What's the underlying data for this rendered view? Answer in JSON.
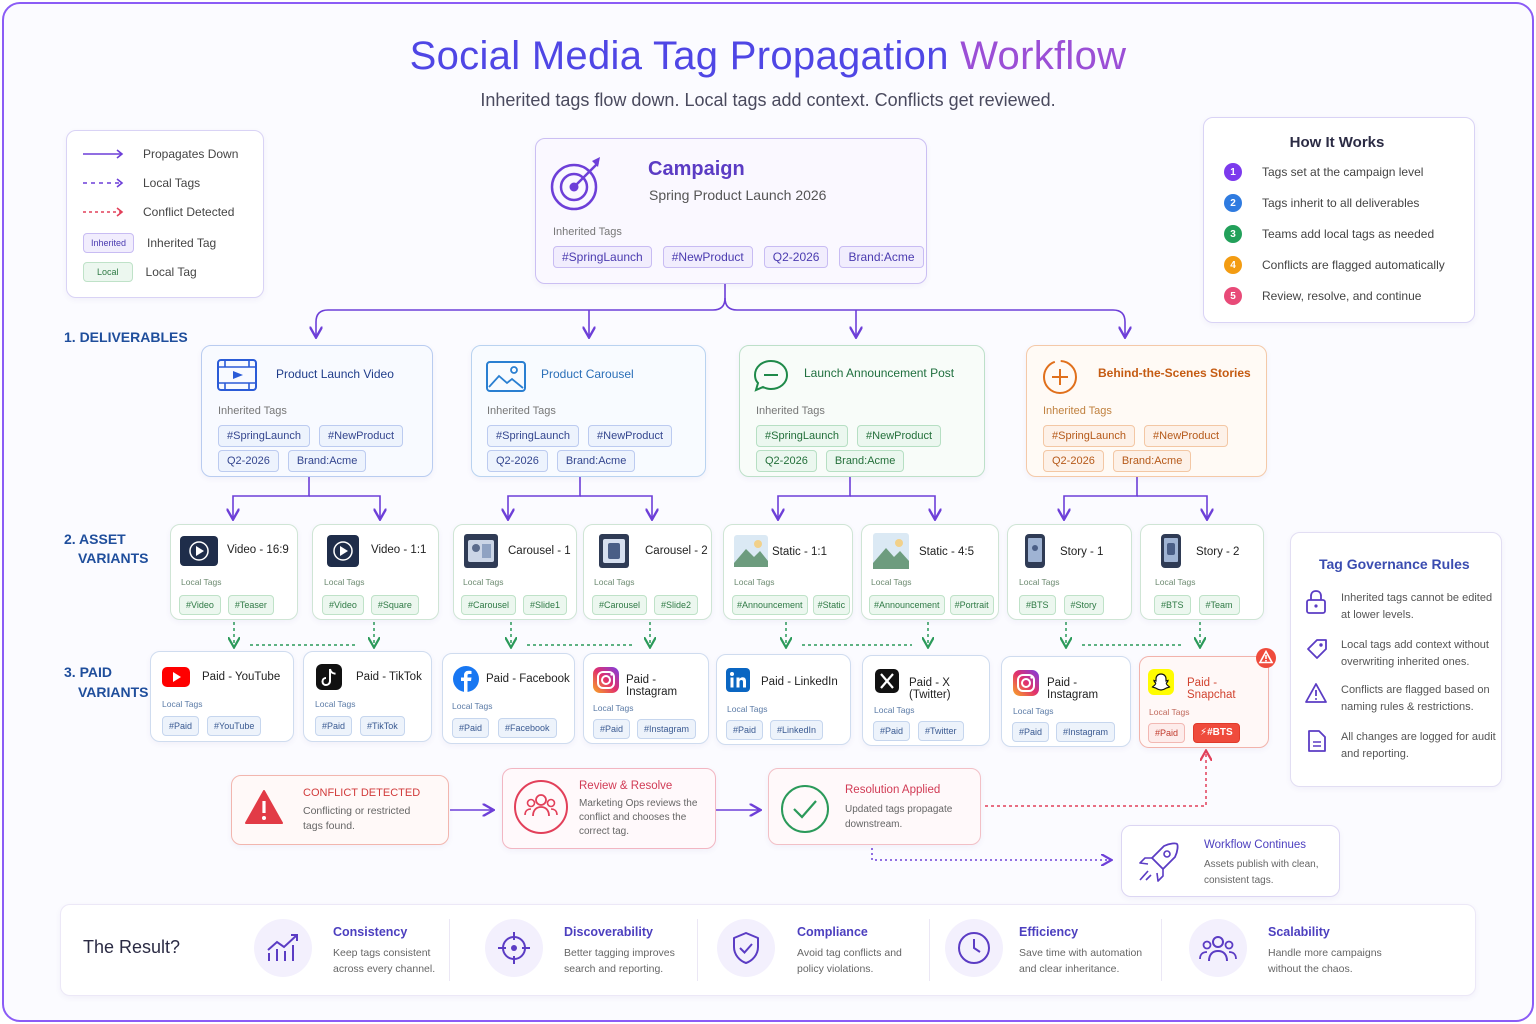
{
  "title_a": "Social Media Tag Propagation",
  "title_b": "Workflow",
  "subtitle": "Inherited tags flow down. Local tags add context. Conflicts get reviewed.",
  "legend": {
    "propagates": "Propagates Down",
    "local_tags": "Local Tags",
    "conflict": "Conflict Detected",
    "inherited_chip": "Inherited",
    "inherited_tag": "Inherited Tag",
    "local_chip": "Local",
    "local_tag": "Local Tag"
  },
  "campaign": {
    "title": "Campaign",
    "name": "Spring Product Launch 2026",
    "inherited_label": "Inherited Tags",
    "tags": [
      "#SpringLaunch",
      "#NewProduct",
      "Q2-2026",
      "Brand:Acme"
    ]
  },
  "how_it_works": {
    "title": "How It Works",
    "steps": [
      {
        "n": "1",
        "text": "Tags set at the campaign level",
        "color": "#7c3aed"
      },
      {
        "n": "2",
        "text": "Tags inherit to all deliverables",
        "color": "#2f7be0"
      },
      {
        "n": "3",
        "text": "Teams add local tags as needed",
        "color": "#22a05a"
      },
      {
        "n": "4",
        "text": "Conflicts are flagged automatically",
        "color": "#f39c12"
      },
      {
        "n": "5",
        "text": "Review, resolve, and continue",
        "color": "#e84a78"
      }
    ]
  },
  "sections": {
    "deliverables": "1.  DELIVERABLES",
    "asset_1": "2.  ASSET",
    "asset_2": "VARIANTS",
    "paid_1": "3.  PAID",
    "paid_2": "VARIANTS"
  },
  "deliverables": [
    {
      "title": "Product Launch Video",
      "label": "Inherited Tags",
      "tags": [
        "#SpringLaunch",
        "#NewProduct",
        "Q2-2026",
        "Brand:Acme"
      ],
      "color": "#2a5bd7",
      "icon": "video-icon"
    },
    {
      "title": "Product Carousel",
      "label": "Inherited Tags",
      "tags": [
        "#SpringLaunch",
        "#NewProduct",
        "Q2-2026",
        "Brand:Acme"
      ],
      "color": "#2a7fd1",
      "icon": "image-icon"
    },
    {
      "title": "Launch Announcement Post",
      "label": "Inherited Tags",
      "tags": [
        "#SpringLaunch",
        "#NewProduct",
        "Q2-2026",
        "Brand:Acme"
      ],
      "color": "#1f8a4a",
      "icon": "chat-icon"
    },
    {
      "title": "Behind-the-Scenes Stories",
      "label": "Inherited Tags",
      "tags": [
        "#SpringLaunch",
        "#NewProduct",
        "Q2-2026",
        "Brand:Acme"
      ],
      "color": "#e0701c",
      "icon": "plus-circle-icon"
    }
  ],
  "assets": [
    {
      "title": "Video - 16:9",
      "label": "Local Tags",
      "tags": [
        "#Video",
        "#Teaser"
      ]
    },
    {
      "title": "Video - 1:1",
      "label": "Local Tags",
      "tags": [
        "#Video",
        "#Square"
      ]
    },
    {
      "title": "Carousel - 1",
      "label": "Local Tags",
      "tags": [
        "#Carousel",
        "#Slide1"
      ]
    },
    {
      "title": "Carousel - 2",
      "label": "Local Tags",
      "tags": [
        "#Carousel",
        "#Slide2"
      ]
    },
    {
      "title": "Static - 1:1",
      "label": "Local Tags",
      "tags": [
        "#Announcement",
        "#Static"
      ]
    },
    {
      "title": "Static - 4:5",
      "label": "Local Tags",
      "tags": [
        "#Announcement",
        "#Portrait"
      ]
    },
    {
      "title": "Story - 1",
      "label": "Local Tags",
      "tags": [
        "#BTS",
        "#Story"
      ]
    },
    {
      "title": "Story - 2",
      "label": "Local Tags",
      "tags": [
        "#BTS",
        "#Team"
      ]
    }
  ],
  "paid": [
    {
      "title": "Paid - YouTube",
      "label": "Local Tags",
      "tags": [
        "#Paid",
        "#YouTube"
      ],
      "icon": "youtube-icon"
    },
    {
      "title": "Paid - TikTok",
      "label": "Local Tags",
      "tags": [
        "#Paid",
        "#TikTok"
      ],
      "icon": "tiktok-icon"
    },
    {
      "title": "Paid - Facebook",
      "label": "Local Tags",
      "tags": [
        "#Paid",
        "#Facebook"
      ],
      "icon": "facebook-icon"
    },
    {
      "title": "Paid - Instagram",
      "label": "Local Tags",
      "tags": [
        "#Paid",
        "#Instagram"
      ],
      "icon": "instagram-icon"
    },
    {
      "title": "Paid - LinkedIn",
      "label": "Local Tags",
      "tags": [
        "#Paid",
        "#LinkedIn"
      ],
      "icon": "linkedin-icon"
    },
    {
      "title": "Paid - X (Twitter)",
      "label": "Local Tags",
      "tags": [
        "#Paid",
        "#Twitter"
      ],
      "icon": "x-icon"
    },
    {
      "title": "Paid - Instagram",
      "label": "Local Tags",
      "tags": [
        "#Paid",
        "#Instagram"
      ],
      "icon": "instagram-icon"
    },
    {
      "title": "Paid - Snapchat",
      "label": "Local Tags",
      "tags": [
        "#Paid",
        "#BTS"
      ],
      "icon": "snapchat-icon"
    }
  ],
  "governance": {
    "title": "Tag Governance Rules",
    "rules": [
      {
        "text": "Inherited tags cannot be edited at lower levels.",
        "icon": "lock-icon"
      },
      {
        "text": "Local tags add context without overwriting inherited ones.",
        "icon": "tag-icon"
      },
      {
        "text": "Conflicts are flagged based on naming rules & restrictions.",
        "icon": "warning-icon"
      },
      {
        "text": "All changes are logged for audit and reporting.",
        "icon": "document-icon"
      }
    ]
  },
  "flow": {
    "conflict": {
      "title": "CONFLICT DETECTED",
      "desc": "Conflicting or restricted tags found."
    },
    "review": {
      "title": "Review & Resolve",
      "desc": "Marketing Ops reviews the conflict and chooses the correct tag."
    },
    "resolved": {
      "title": "Resolution Applied",
      "desc": "Updated tags propagate downstream."
    },
    "continues": {
      "title": "Workflow Continues",
      "desc": "Assets publish with clean, consistent tags."
    }
  },
  "result": {
    "title": "The Result?",
    "items": [
      {
        "title": "Consistency",
        "desc": "Keep tags consistent across every channel.",
        "icon": "chart-up-icon"
      },
      {
        "title": "Discoverability",
        "desc": "Better tagging improves search and reporting.",
        "icon": "crosshair-icon"
      },
      {
        "title": "Compliance",
        "desc": "Avoid tag conflicts and policy violations.",
        "icon": "shield-icon"
      },
      {
        "title": "Efficiency",
        "desc": "Save time with automation and clear inheritance.",
        "icon": "clock-icon"
      },
      {
        "title": "Scalability",
        "desc": "Handle more campaigns without the chaos.",
        "icon": "users-icon"
      }
    ]
  }
}
